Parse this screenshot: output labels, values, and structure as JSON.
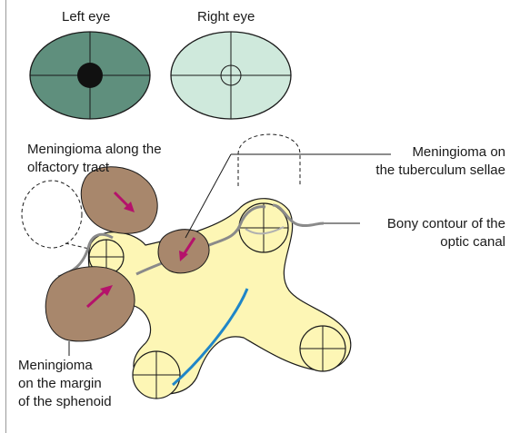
{
  "eyes": {
    "left_label": "Left eye",
    "right_label": "Right eye",
    "left_fill": "#5f8f7d",
    "right_fill": "#cfe9dc",
    "scotoma_color": "#111111"
  },
  "labels": {
    "olfactory": [
      "Meningioma along the",
      "olfactory tract"
    ],
    "tuberculum": [
      "Meningioma on",
      "the tuberculum sellae"
    ],
    "bony": [
      "Bony contour of the",
      "optic canal"
    ],
    "sphenoid": [
      "Meningioma",
      "on the margin",
      "of the sphenoid"
    ]
  },
  "colors": {
    "tumor": "#a8876c",
    "arrow": "#b5126b",
    "chiasm": "#fdf6b5",
    "optic_tract_line": "#1f86c8",
    "bone_contour": "#888888"
  }
}
